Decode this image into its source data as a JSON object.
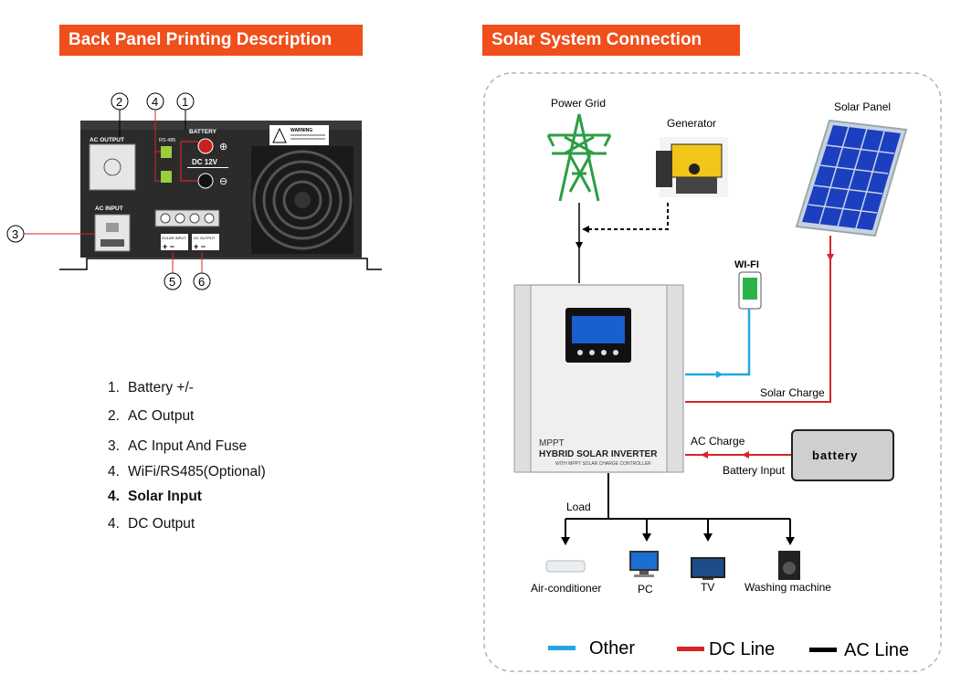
{
  "left_panel": {
    "heading": "Back Panel Printing Description",
    "panel_labels": {
      "ac_output": "AC OUTPUT",
      "ac_input": "AC INPUT",
      "rs485": "RS 485",
      "battery": "BATTERY",
      "dc12v": "DC 12V",
      "solar_input": "SOLAR INPUT",
      "dc_output": "DC OUTPUT",
      "warning": "WARNING"
    },
    "callouts": [
      "2",
      "4",
      "1",
      "3",
      "5",
      "6"
    ],
    "descriptions": [
      {
        "num": "1.",
        "text": "Battery +/-"
      },
      {
        "num": "2.",
        "text": "AC Output"
      },
      {
        "num": "3.",
        "text": "AC Input And Fuse"
      },
      {
        "num": "4.",
        "text": "WiFi/RS485(Optional)"
      },
      {
        "num": "4.",
        "text": "Solar Input"
      },
      {
        "num": "4.",
        "text": "DC Output"
      }
    ]
  },
  "right_panel": {
    "heading": "Solar System Connection",
    "nodes": {
      "power_grid": "Power Grid",
      "generator": "Generator",
      "solar_panel": "Solar Panel",
      "wifi": "WI-FI",
      "battery": "battery",
      "inverter_brand": "MPPT",
      "inverter_title": "HYBRID SOLAR INVERTER",
      "inverter_subtitle": "WITH MPPT SOLAR CHARGE CONTROLLER"
    },
    "line_labels": {
      "solar_charge": "Solar Charge",
      "ac_charge": "AC Charge",
      "battery_input": "Battery Input",
      "load": "Load"
    },
    "loads": [
      "Air-conditioner",
      "PC",
      "TV",
      "Washing machine"
    ],
    "legend": [
      {
        "label": "Other",
        "color": "#22a6e0"
      },
      {
        "label": "DC Line",
        "color": "#d8232a"
      },
      {
        "label": "AC Line",
        "color": "#000000"
      }
    ]
  }
}
